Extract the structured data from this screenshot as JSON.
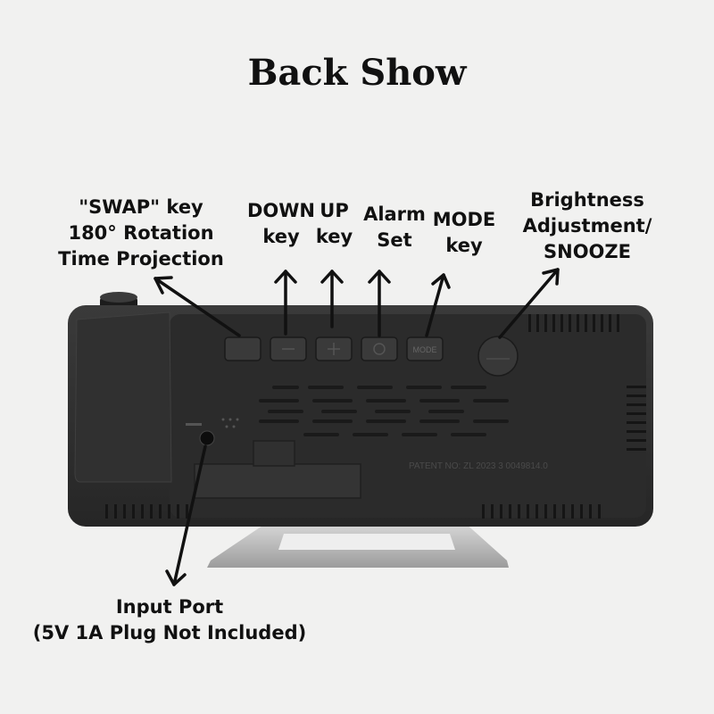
{
  "title": "Back Show",
  "labels": {
    "swap": [
      "\"SWAP\" key",
      "180° Rotation",
      "Time Projection"
    ],
    "down": [
      "DOWN",
      "key"
    ],
    "up": [
      "UP",
      "key"
    ],
    "alarm": [
      "Alarm",
      "Set"
    ],
    "mode": [
      "MODE",
      "key"
    ],
    "brightness": [
      "Brightness",
      "Adjustment/",
      "SNOOZE"
    ],
    "input": [
      "Input Port",
      "(5V 1A Plug Not Included)"
    ]
  },
  "device": {
    "button_mode_text": "MODE",
    "patent_text": "PATENT NO: ZL 2023 3 0049814.0"
  },
  "colors": {
    "background": "#f1f1f0",
    "body": "#2e2e2e",
    "text": "#111111"
  }
}
